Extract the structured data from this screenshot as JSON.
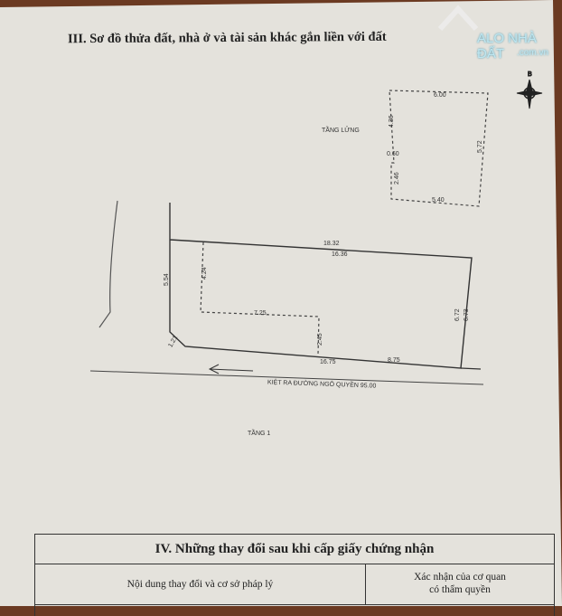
{
  "watermark": {
    "brand": "ALO NHÀ ĐẤT",
    "domain": ".com.vn"
  },
  "section3": {
    "title": "III. Sơ đồ thửa đất, nhà ở và tài sản khác gắn liền với đất",
    "compass_label": "B",
    "mezzanine": {
      "label": "TẦNG LỬNG",
      "dims": [
        "6.00",
        "4.36",
        "0.60",
        "2.46",
        "5.40",
        "5.72"
      ]
    },
    "lot": {
      "dims": {
        "top_outer": "18.32",
        "top_inner": "16.36",
        "left": "5.54",
        "inner_left": "4.24",
        "inner_mid": "7.25",
        "inner_drop": "2.45",
        "bottom": "16.75",
        "bottom_right": "8.75",
        "right_a": "6.72",
        "right_b": "6.73",
        "chamfer": "1.21"
      },
      "road_label": "KIỆT RA ĐƯỜNG NGÔ QUYỀN 95.00",
      "floor_label": "TẦNG 1"
    }
  },
  "section4": {
    "title": "IV. Những thay đổi sau khi cấp giấy chứng nhận",
    "columns": [
      "Nội dung thay đổi và cơ sở pháp lý",
      "Xác nhận của cơ quan",
      "có thẩm quyền"
    ]
  }
}
